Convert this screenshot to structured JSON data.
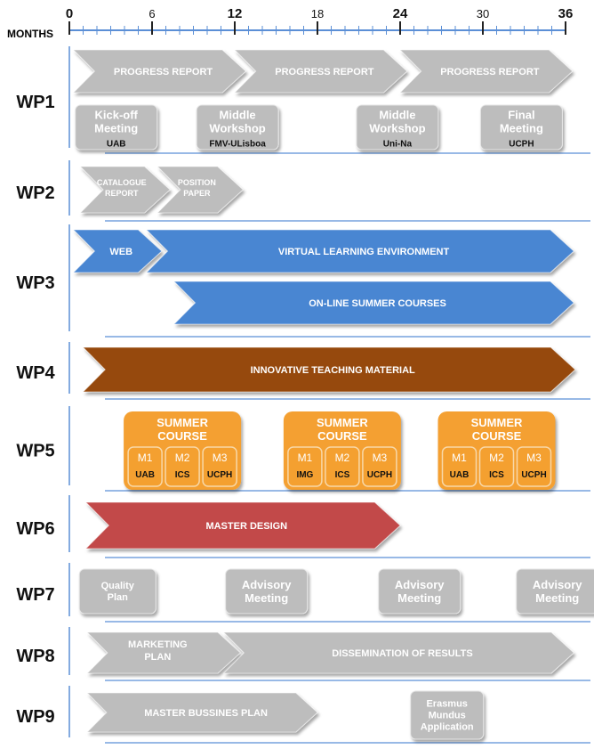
{
  "axis": {
    "label": "MONTHS",
    "range": [
      0,
      36
    ],
    "ticks": [
      {
        "month": 0,
        "label": "0",
        "bold": true
      },
      {
        "month": 6,
        "label": "6",
        "bold": false
      },
      {
        "month": 12,
        "label": "12",
        "bold": true
      },
      {
        "month": 18,
        "label": "18",
        "bold": false
      },
      {
        "month": 24,
        "label": "24",
        "bold": true
      },
      {
        "month": 30,
        "label": "30",
        "bold": false
      },
      {
        "month": 36,
        "label": "36",
        "bold": true
      }
    ]
  },
  "colors": {
    "gray": "#bdbdbd",
    "gray_text": "#ffffff",
    "blue": "#4a86d2",
    "brown": "#964a0e",
    "red": "#c24a4a",
    "orange": "#f4a030",
    "orange_border": "#f8d8a8",
    "row_line": "#5b8fd6",
    "label": "#111111"
  },
  "rows": [
    {
      "label": "WP1",
      "arrows": [
        {
          "text": "PROGRESS REPORT",
          "start": 0.3,
          "end": 12.8,
          "color": "gray",
          "track": 0
        },
        {
          "text": "PROGRESS REPORT",
          "start": 12.0,
          "end": 24.5,
          "color": "gray",
          "track": 0
        },
        {
          "text": "PROGRESS REPORT",
          "start": 24.0,
          "end": 36.5,
          "color": "gray",
          "track": 0
        }
      ],
      "boxes": [
        {
          "lines": [
            "Kick-off",
            "Meeting"
          ],
          "sub": "UAB",
          "month": 3.4
        },
        {
          "lines": [
            "Middle",
            "Workshop"
          ],
          "sub": "FMV-ULisboa",
          "month": 12.2
        },
        {
          "lines": [
            "Middle",
            "Workshop"
          ],
          "sub": "Uni-Na",
          "month": 23.8
        },
        {
          "lines": [
            "Final",
            "Meeting"
          ],
          "sub": "UCPH",
          "month": 32.8
        }
      ]
    },
    {
      "label": "WP2",
      "arrows": [
        {
          "lines": [
            "CATALOGUE",
            "REPORT"
          ],
          "start": 0.8,
          "end": 7.3,
          "color": "gray",
          "track": 0,
          "small": true
        },
        {
          "lines": [
            "POSITION",
            "PAPER"
          ],
          "start": 6.4,
          "end": 12.6,
          "color": "gray",
          "track": 0,
          "small": true
        }
      ]
    },
    {
      "label": "WP3",
      "arrows": [
        {
          "text": "WEB",
          "start": 0.3,
          "end": 6.7,
          "color": "blue",
          "track": 0
        },
        {
          "text": "VIRTUAL  LEARNING  ENVIRONMENT",
          "start": 5.6,
          "end": 36.6,
          "color": "blue",
          "track": 0
        },
        {
          "text": "ON-LINE SUMMER COURSES",
          "start": 7.6,
          "end": 36.6,
          "color": "blue",
          "track": 1
        }
      ]
    },
    {
      "label": "WP4",
      "arrows": [
        {
          "text": "INNOVATIVE  TEACHING  MATERIAL",
          "start": 1.0,
          "end": 36.7,
          "color": "brown",
          "track": 0
        }
      ]
    },
    {
      "label": "WP5",
      "summer": [
        {
          "title": [
            "SUMMER",
            "COURSE"
          ],
          "month": 8.2,
          "modules": [
            {
              "m": "M1",
              "who": "UAB"
            },
            {
              "m": "M2",
              "who": "ICS"
            },
            {
              "m": "M3",
              "who": "UCPH"
            }
          ]
        },
        {
          "title": [
            "SUMMER",
            "COURSE"
          ],
          "month": 19.8,
          "modules": [
            {
              "m": "M1",
              "who": "IMG"
            },
            {
              "m": "M2",
              "who": "ICS"
            },
            {
              "m": "M3",
              "who": "UCPH"
            }
          ]
        },
        {
          "title": [
            "SUMMER",
            "COURSE"
          ],
          "month": 31.0,
          "modules": [
            {
              "m": "M1",
              "who": "UAB"
            },
            {
              "m": "M2",
              "who": "ICS"
            },
            {
              "m": "M3",
              "who": "UCPH"
            }
          ]
        }
      ]
    },
    {
      "label": "WP6",
      "arrows": [
        {
          "text": "MASTER DESIGN",
          "start": 1.2,
          "end": 24.0,
          "color": "red",
          "track": 0
        }
      ]
    },
    {
      "label": "WP7",
      "boxes": [
        {
          "lines": [
            "Quality",
            "Plan"
          ],
          "month": 3.5,
          "small": true
        },
        {
          "lines": [
            "Advisory",
            "Meeting"
          ],
          "month": 14.3
        },
        {
          "lines": [
            "Advisory",
            "Meeting"
          ],
          "month": 25.4
        },
        {
          "lines": [
            "Advisory",
            "Meeting"
          ],
          "month": 35.4
        }
      ]
    },
    {
      "label": "WP8",
      "arrows": [
        {
          "lines": [
            "MARKETING",
            "PLAN"
          ],
          "start": 1.3,
          "end": 12.4,
          "color": "gray",
          "track": 0
        },
        {
          "text": "DISSEMINATION  OF  RESULTS",
          "start": 11.2,
          "end": 36.6,
          "color": "gray",
          "track": 0
        }
      ]
    },
    {
      "label": "WP9",
      "arrows": [
        {
          "text": "MASTER BUSSINES PLAN",
          "start": 1.3,
          "end": 18.0,
          "color": "gray",
          "track": 0
        }
      ],
      "boxes": [
        {
          "lines": [
            "Erasmus",
            "Mundus",
            "Application"
          ],
          "month": 27.4,
          "small": true
        }
      ]
    }
  ]
}
